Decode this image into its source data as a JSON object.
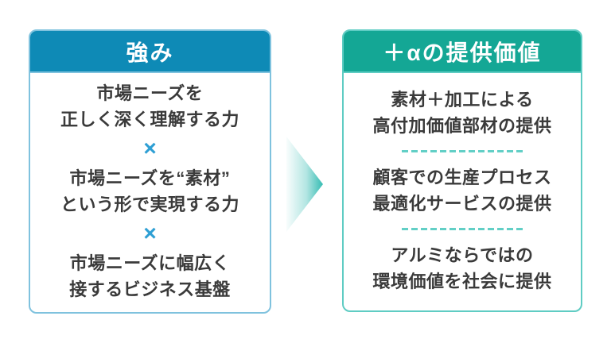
{
  "left_box": {
    "title": "強み",
    "separator": "×",
    "items": [
      {
        "line1": "市場ニーズを",
        "line2": "正しく深く理解する力"
      },
      {
        "line1": "市場ニーズを“素材”",
        "line2": "という形で実現する力"
      },
      {
        "line1": "市場ニーズに幅広く",
        "line2": "接するビジネス基盤"
      }
    ]
  },
  "right_box": {
    "title": "＋αの提供価値",
    "items": [
      {
        "line1": "素材＋加工による",
        "line2": "高付加価値部材の提供"
      },
      {
        "line1": "顧客での生産プロセス",
        "line2": "最適化サービスの提供"
      },
      {
        "line1": "アルミならではの",
        "line2": "環境価値を社会に提供"
      }
    ]
  },
  "colors": {
    "background": "#FFFFFF",
    "left_header": "#0E8AB6",
    "left_border": "#7FC2DE",
    "right_header": "#14A795",
    "right_border": "#5FCCC3",
    "multiply_sign": "#2E9FD4",
    "divider": "#62CFC6",
    "arrow": "#35BCB3",
    "body_text": "#3A3A3A",
    "header_text": "#FFFFFF"
  }
}
